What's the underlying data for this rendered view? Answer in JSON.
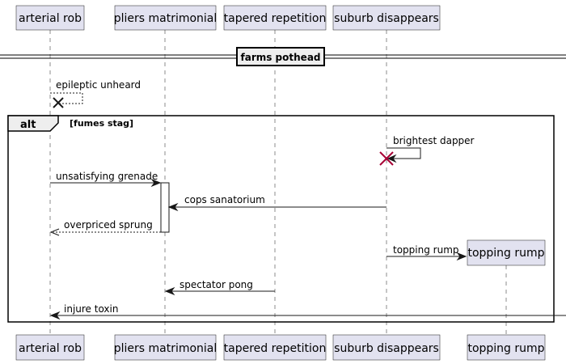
{
  "participants": {
    "p1": "arterial rob",
    "p2": "pliers matrimonial",
    "p3": "tapered repetition",
    "p4": "suburb disappears",
    "p5": "topping rump"
  },
  "divider": {
    "label": "farms pothead"
  },
  "group": {
    "keyword": "alt",
    "condition": "[fumes stag]"
  },
  "messages": {
    "m1": "epileptic unheard",
    "m2": "brightest dapper",
    "m3": "unsatisfying grenade",
    "m4": "cops sanatorium",
    "m5": "overpriced sprung",
    "m6": "topping rump",
    "m7": "spectator pong",
    "m8": "injure toxin"
  },
  "colors": {
    "participant_fill": "#e2e2f0",
    "destroy_red": "#a80036",
    "line": "#181818"
  }
}
